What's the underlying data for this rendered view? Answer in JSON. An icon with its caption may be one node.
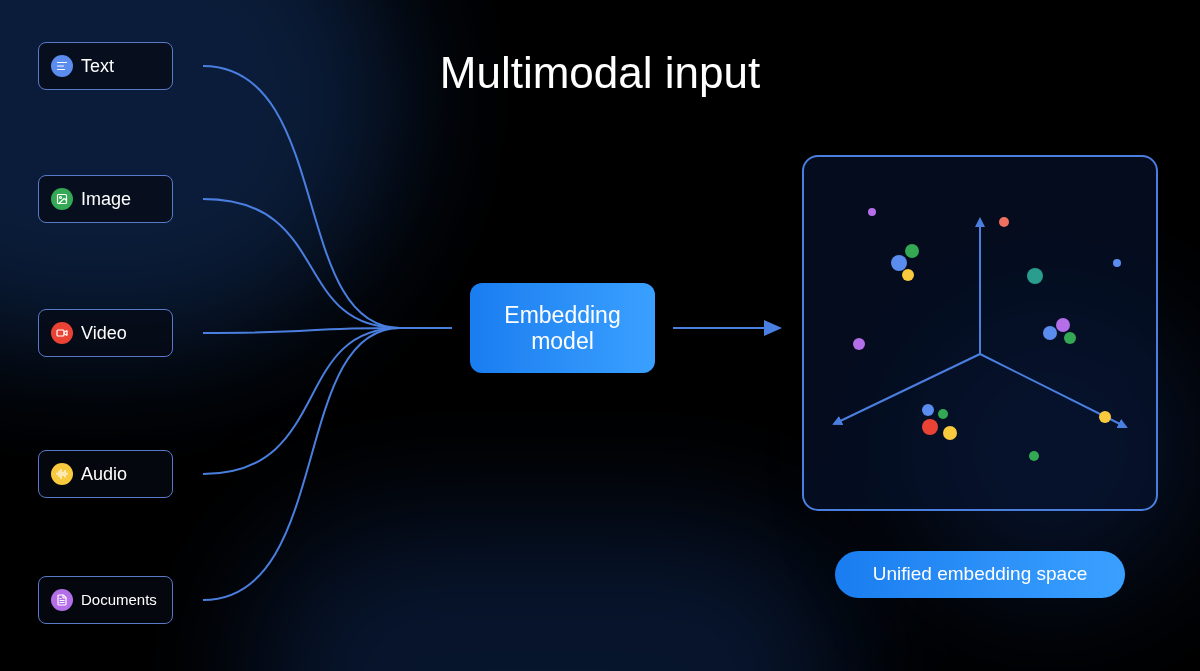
{
  "diagram": {
    "title": "Multimodal input",
    "nodes": [
      {
        "text": [
          "Text"
        ]
      },
      {
        "text": [
          "Image"
        ]
      },
      {
        "text": [
          "Video"
        ]
      },
      {
        "text": [
          "Audio"
        ]
      },
      {
        "text": [
          "Documents"
        ]
      },
      {
        "text": [
          "Embedding model"
        ]
      },
      {
        "text": [],
        "shape": "box"
      },
      {
        "text": [
          "Unified embedding space"
        ]
      }
    ],
    "edges": [
      {
        "from": 0,
        "to": 5,
        "arrow": "none"
      },
      {
        "from": 1,
        "to": 5,
        "arrow": "none"
      },
      {
        "from": 2,
        "to": 5,
        "arrow": "none"
      },
      {
        "from": 3,
        "to": 5,
        "arrow": "none"
      },
      {
        "from": 4,
        "to": 5,
        "arrow": "none"
      },
      {
        "from": 5,
        "to": 6,
        "arrow": "to"
      }
    ]
  }
}
